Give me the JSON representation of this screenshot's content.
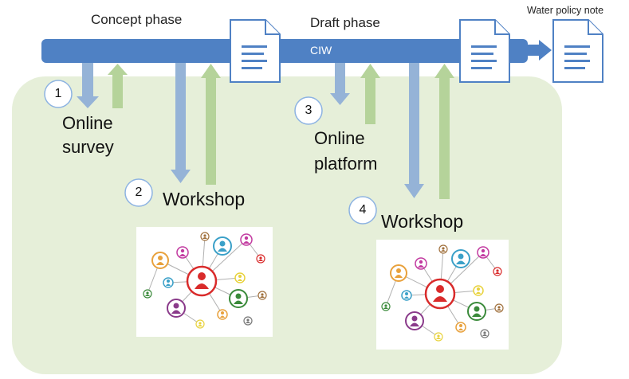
{
  "labels": {
    "concept_phase": "Concept phase",
    "draft_phase": "Draft phase",
    "water_policy_note": "Water policy note",
    "ciw": "CIW"
  },
  "steps": [
    {
      "number": "1",
      "label_line1": "Online",
      "label_line2": "survey"
    },
    {
      "number": "2",
      "label_line1": "Workshop"
    },
    {
      "number": "3",
      "label_line1": "Online",
      "label_line2": "platform"
    },
    {
      "number": "4",
      "label_line1": "Workshop"
    }
  ],
  "colors": {
    "bar": "#4f81c4",
    "down_arrow": "#95b3d7",
    "up_arrow": "#b5d39a",
    "region_fill": "#e6efd9",
    "circle_stroke": "#8db3e2",
    "document_stroke": "#4f81c4"
  },
  "icons": [
    "document-icon",
    "people-network-icon"
  ]
}
